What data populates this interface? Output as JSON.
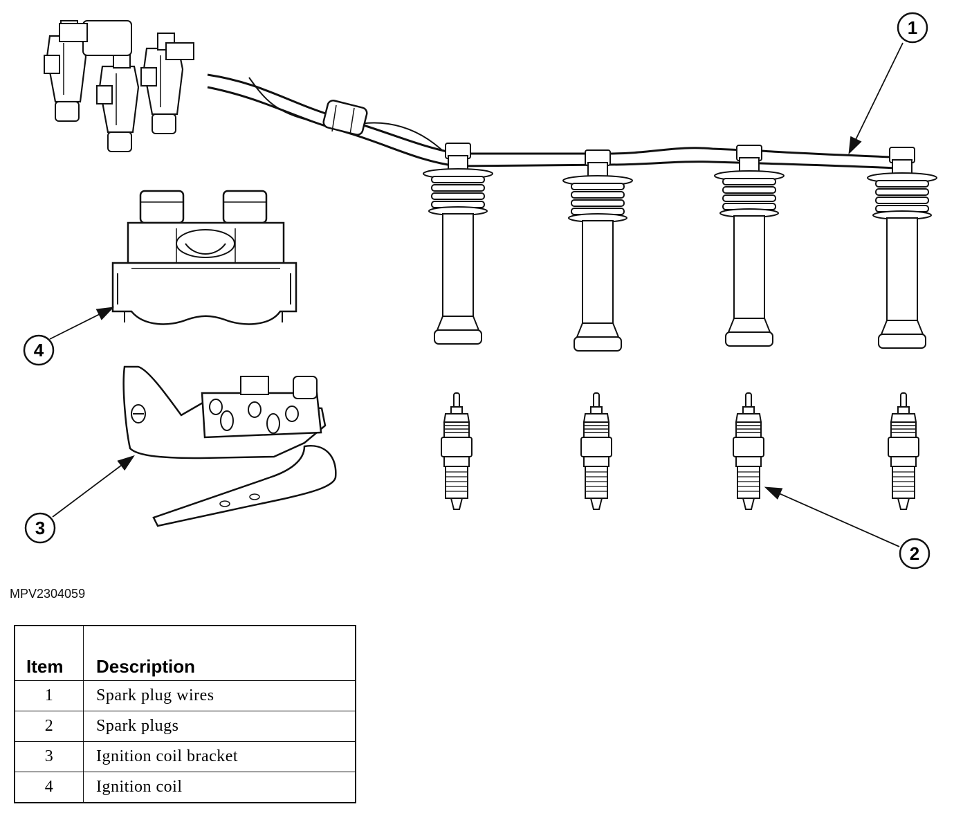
{
  "figure_id": "MPV2304059",
  "callouts": [
    "1",
    "2",
    "3",
    "4"
  ],
  "table": {
    "headers": {
      "item": "Item",
      "description": "Description"
    },
    "rows": [
      {
        "item": "1",
        "description": "Spark plug wires"
      },
      {
        "item": "2",
        "description": "Spark plugs"
      },
      {
        "item": "3",
        "description": "Ignition coil bracket"
      },
      {
        "item": "4",
        "description": "Ignition coil"
      }
    ]
  }
}
